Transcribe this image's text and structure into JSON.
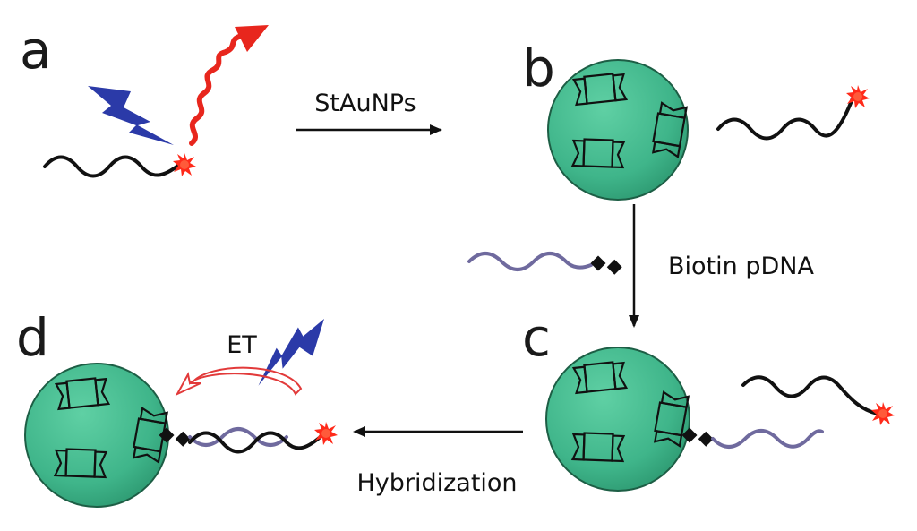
{
  "panels": {
    "a": "a",
    "b": "b",
    "c": "c",
    "d": "d"
  },
  "steps": {
    "a_to_b": "StAuNPs",
    "b_to_c": "Biotin pDNA",
    "c_to_d": "Hybridization",
    "energy_transfer": "ET"
  },
  "colors": {
    "nanoparticle_fill": "#3fb58a",
    "fluorophore": "#ff2a1a",
    "excitation_bolt": "#2b3aa8",
    "emission_wave": "#e8261d",
    "target_dna": "#111111",
    "probe_dna": "#6f6a9e",
    "et_arrow": "#e23a3a"
  },
  "icons": {
    "excitation": "lightning-bolt-icon",
    "fluorophore": "starburst-icon",
    "biotin": "diamond-icon",
    "streptavidin": "ribbon-rectangle-icon"
  }
}
